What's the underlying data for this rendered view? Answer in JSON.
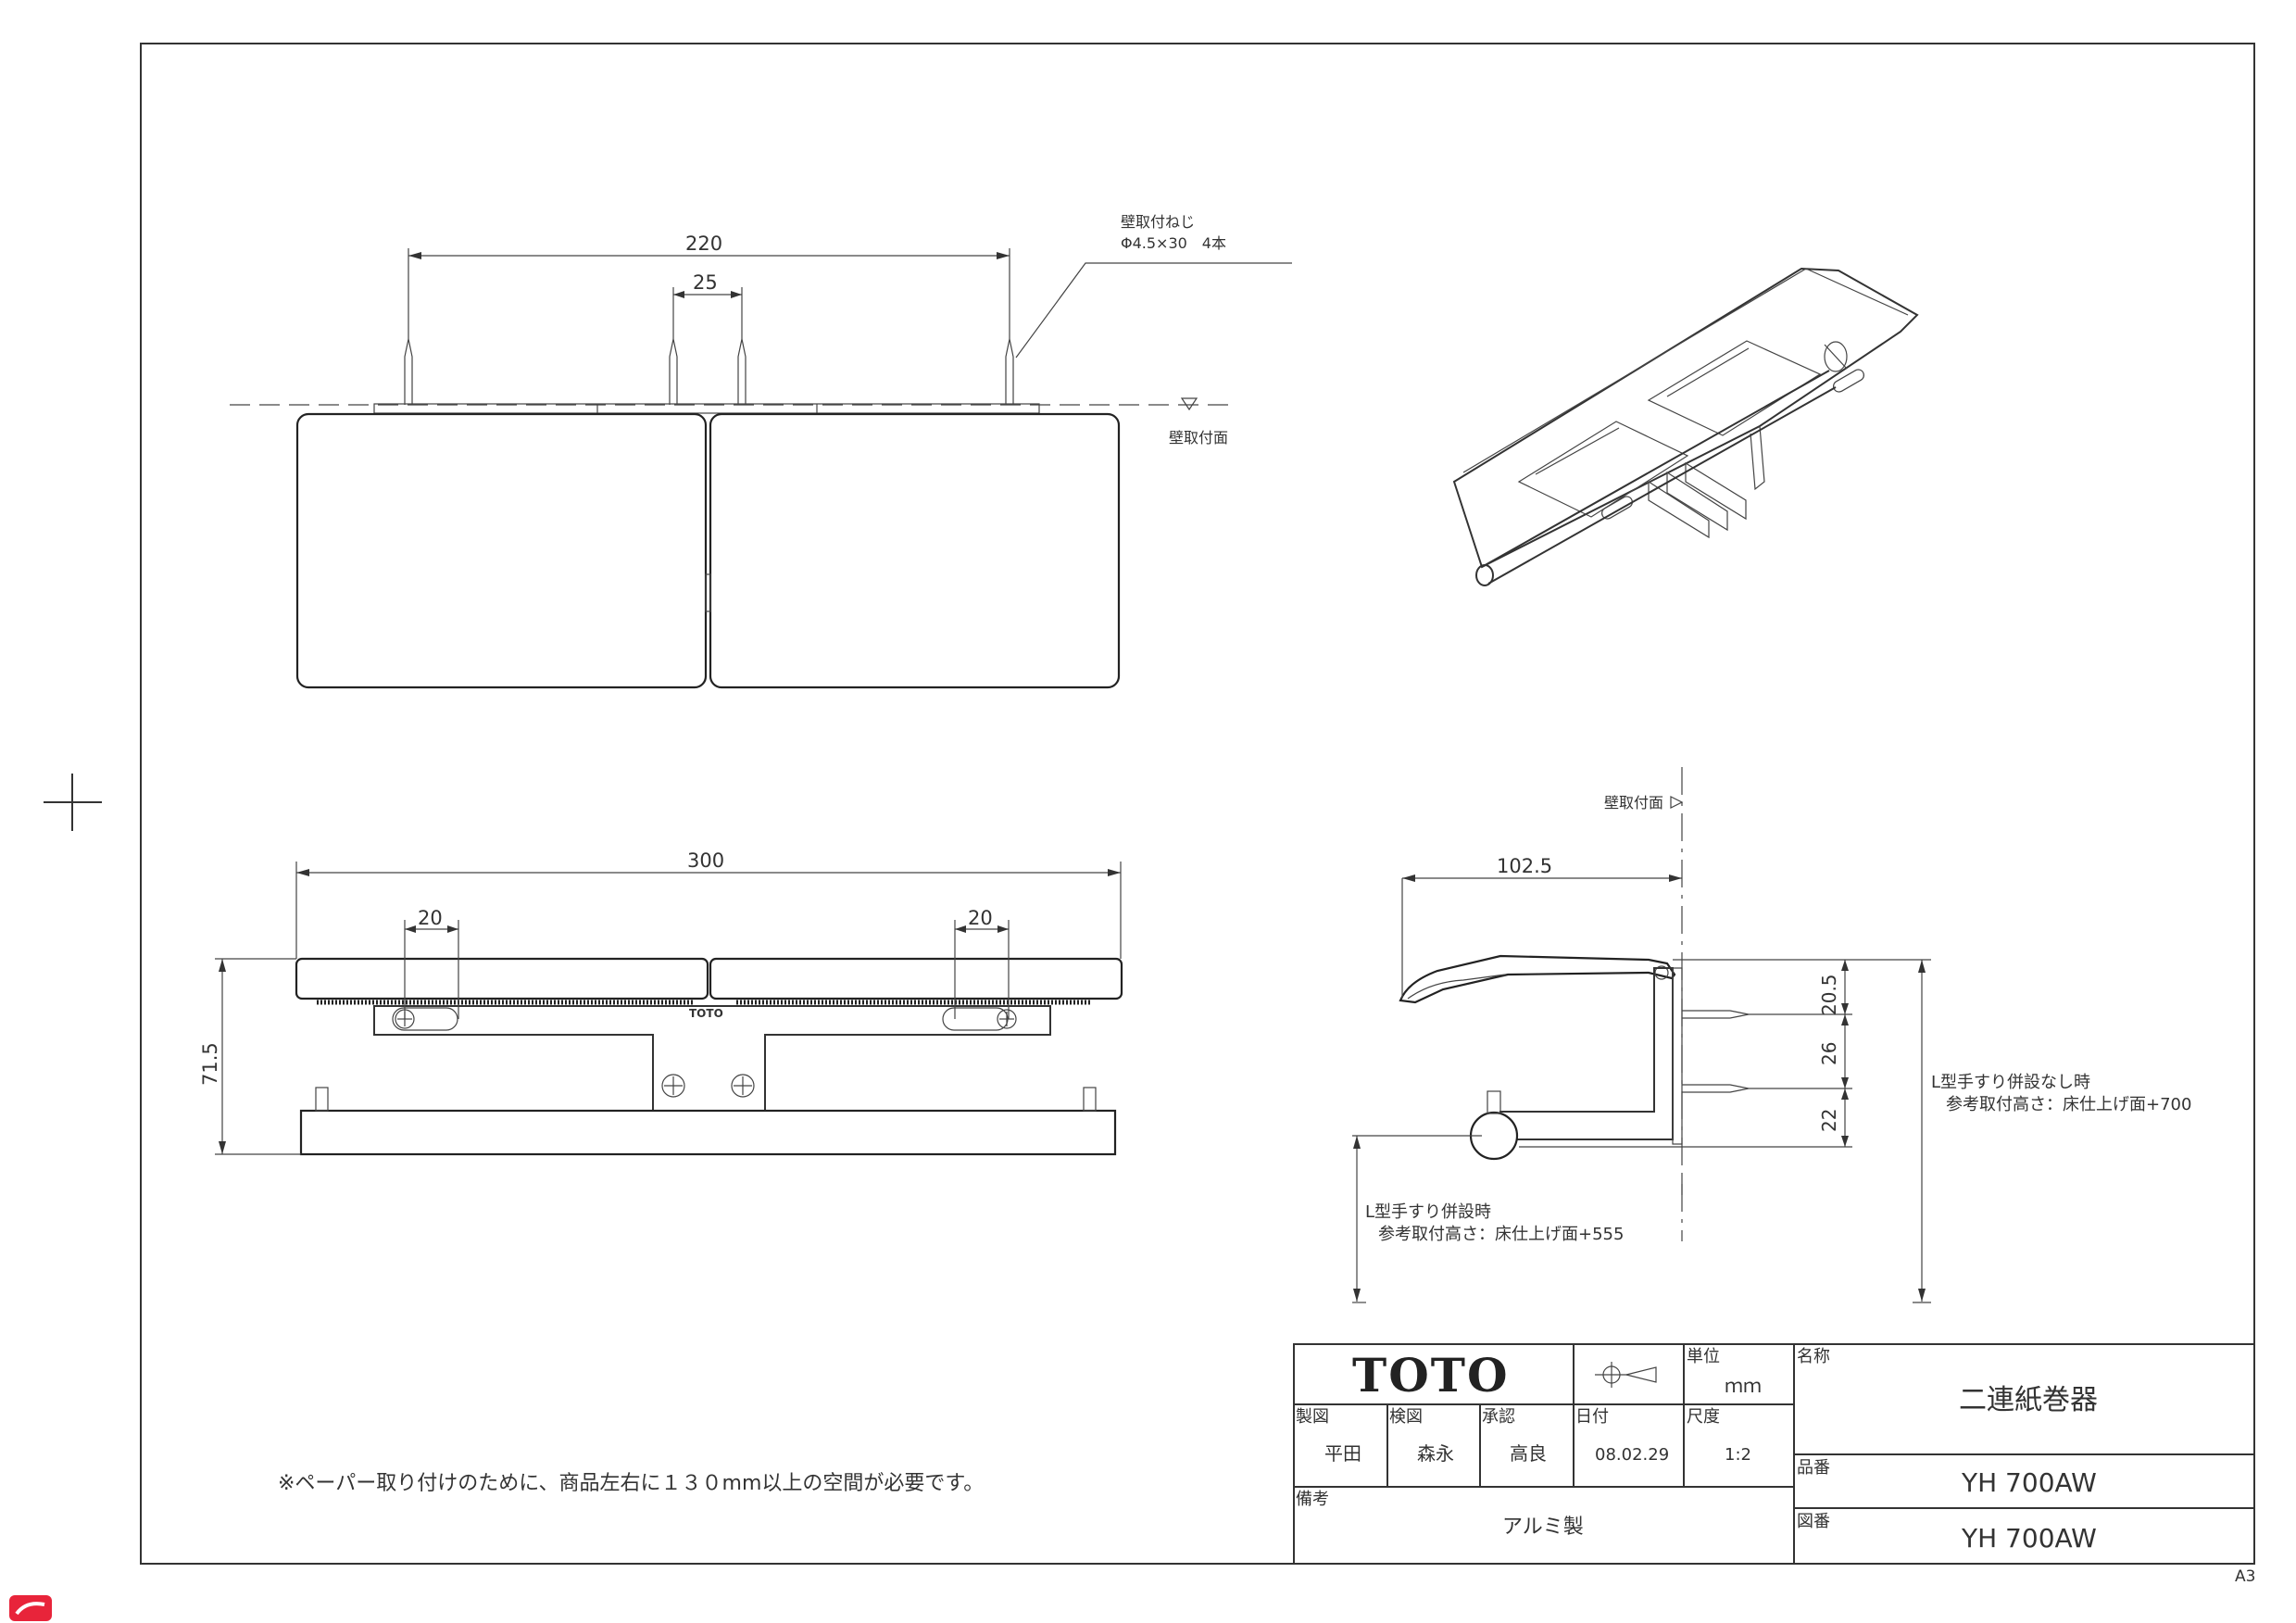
{
  "sheet": {
    "size_label": "A3"
  },
  "front_view": {
    "dim_overall": "220",
    "dim_center": "25",
    "screw_note_line1": "壁取付ねじ",
    "screw_note_line2": "Φ4.5×30　4本",
    "wall_surface": "壁取付面"
  },
  "top_view": {
    "dim_width": "300",
    "dim_slot_left": "20",
    "dim_slot_right": "20",
    "dim_depth": "71.5",
    "brand_mark": "TOTO"
  },
  "side_view": {
    "wall_surface": "壁取付面",
    "dim_projection": "102.5",
    "dim_a": "20.5",
    "dim_b": "26",
    "dim_c": "22",
    "note_right_line1": "L型手すり併設なし時",
    "note_right_line2": "参考取付高さ：床仕上げ面+700",
    "note_left_line1": "L型手すり併設時",
    "note_left_line2": "参考取付高さ：床仕上げ面+555"
  },
  "notice": "※ペーパー取り付けのために、商品左右に１３０mm以上の空間が必要です。",
  "title_block": {
    "brand": "TOTO",
    "unit_label": "単位",
    "unit_value": "ｍｍ",
    "name_label": "名称",
    "name_value": "二連紙巻器",
    "drafter_label": "製図",
    "drafter_value": "平田",
    "checker_label": "検図",
    "checker_value": "森永",
    "approver_label": "承認",
    "approver_value": "高良",
    "date_label": "日付",
    "date_value": "08.02.29",
    "scale_label": "尺度",
    "scale_value": "1:2",
    "product_no_label": "品番",
    "product_no_value": "YH 700AW",
    "drawing_no_label": "図番",
    "drawing_no_value": "YH 700AW",
    "remarks_label": "備考",
    "remarks_value": "アルミ製"
  }
}
